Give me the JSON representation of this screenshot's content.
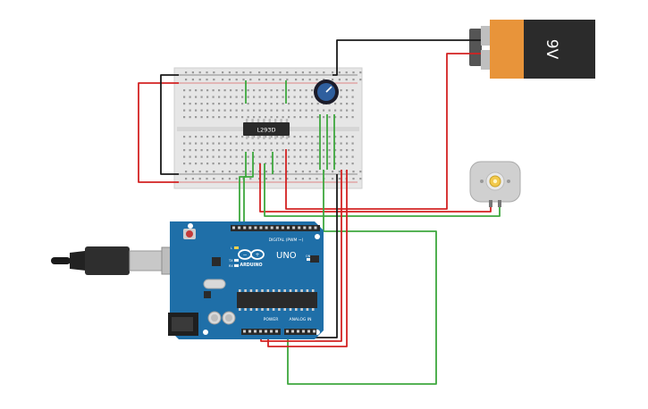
{
  "battery": {
    "label": "9V",
    "body_color": "#2b2b2b",
    "cap_color": "#e8943a"
  },
  "chip": {
    "label": "L293D"
  },
  "arduino": {
    "brand": "ARDUINO",
    "model": "UNO",
    "digital_header": "DIGITAL (PWM ~)",
    "power_label": "POWER",
    "analog_label": "ANALOG IN",
    "tx_label": "TX",
    "rx_label": "RX",
    "l_label": "L",
    "on_label": "ON",
    "board_color": "#1f6fa8"
  },
  "wire_colors": {
    "red": "#d32222",
    "black": "#1a1a1a",
    "green": "#3ea83e"
  }
}
